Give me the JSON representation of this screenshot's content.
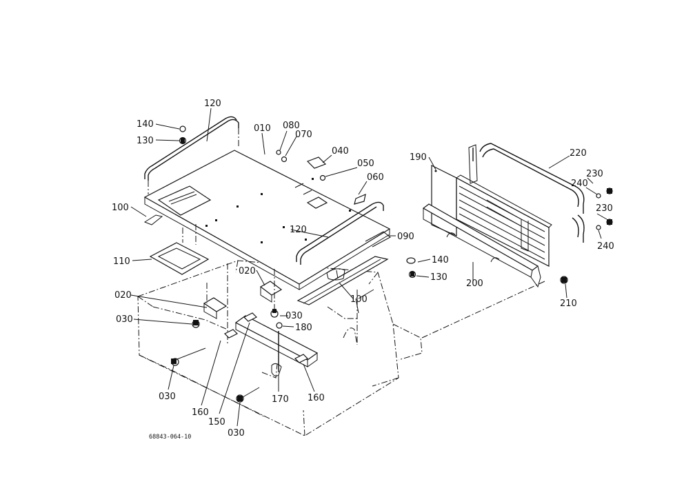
{
  "diagram": {
    "drawing_code": "68843-064-10",
    "callouts": {
      "c120a": "120",
      "c140a": "140",
      "c130a": "130",
      "c010": "010",
      "c080": "080",
      "c070": "070",
      "c040": "040",
      "c050": "050",
      "c060": "060",
      "c100a": "100",
      "c120b": "120",
      "c090": "090",
      "c110": "110",
      "c020a": "020",
      "c020b": "020",
      "c030a": "030",
      "c030b": "030",
      "c180": "180",
      "c100b": "100",
      "c140b": "140",
      "c130b": "130",
      "c200": "200",
      "c210": "210",
      "c190": "190",
      "c220": "220",
      "c230a": "230",
      "c240a": "240",
      "c230b": "230",
      "c240b": "240",
      "c030c": "030",
      "c160a": "160",
      "c150": "150",
      "c170": "170",
      "c160b": "160",
      "c030d": "030"
    }
  }
}
